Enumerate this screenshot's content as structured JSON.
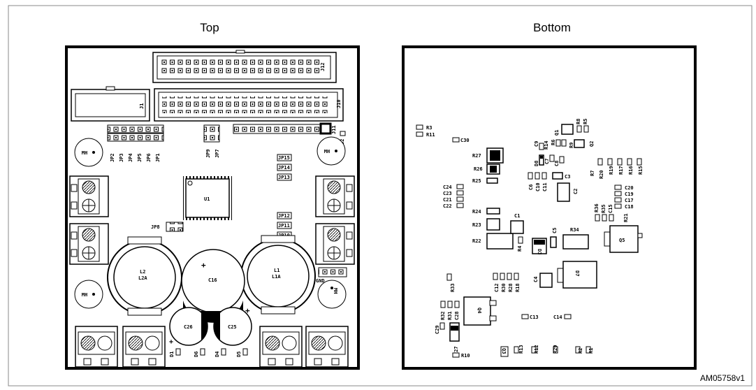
{
  "titles": {
    "top": "Top",
    "bottom": "Bottom"
  },
  "figure_ref": "AM05758v1",
  "top": {
    "connectors": {
      "j12": "J12",
      "j10": "J10",
      "j1": "J1",
      "j11": "J11"
    },
    "jumpers": {
      "jp2": "JP2",
      "jp3": "JP3",
      "jp4": "JP4",
      "jp5": "JP5",
      "jp6": "JP6",
      "jp1": "JP1",
      "jp9": "JP9",
      "jp7": "JP7",
      "jp15": "JP15",
      "jp14": "JP14",
      "jp13": "JP13",
      "jp12": "JP12",
      "jp11": "JP11",
      "jp10": "JP10",
      "jp8": "JP8"
    },
    "mounting_holes": {
      "mh1": "MH",
      "mh2": "MH",
      "mh3": "MH",
      "mh4": "MH"
    },
    "ic": "U1",
    "inductors": {
      "l2": "L2",
      "l2a": "L2A",
      "l1": "L1",
      "l1a": "L1A"
    },
    "capacitors": {
      "c16": "C16",
      "c26": "C26",
      "c25": "C25"
    },
    "diodes": {
      "d1": "D1",
      "d6": "D6",
      "d4": "D4",
      "d5": "D5",
      "d2": "D2"
    },
    "gnd": "GND",
    "plus": "+"
  },
  "bottom": {
    "r3": "R3",
    "r11": "R11",
    "c30": "C30",
    "r27": "R27",
    "r26": "R26",
    "r25": "R25",
    "c24": "C24",
    "c23": "C23",
    "c21": "C21",
    "c22": "C22",
    "r24": "R24",
    "r23": "R23",
    "r22": "R22",
    "c1": "C1",
    "r4": "R4",
    "d3": "D3",
    "c5": "C5",
    "r34": "R34",
    "q5": "Q5",
    "c9": "C9",
    "r14": "R14",
    "r6": "R6",
    "q1": "Q1",
    "r8": "R8",
    "r5": "R5",
    "r9": "R9",
    "q2": "Q2",
    "d8": "D8",
    "c7": "C7",
    "c8": "C8",
    "c3": "C3",
    "c6": "C6",
    "c10": "C10",
    "c11": "C11",
    "c2": "C2",
    "r7": "R7",
    "r20": "R20",
    "r19": "R19",
    "r17": "R17",
    "r16": "R16",
    "r15": "R15",
    "c20": "C20",
    "c19": "C19",
    "c17": "C17",
    "c18": "C18",
    "r36": "R36",
    "r35": "R35",
    "c15": "C15",
    "r21": "R21",
    "c12": "C12",
    "r30": "R30",
    "r28": "R28",
    "r18": "R18",
    "c4": "C4",
    "d7": "D7",
    "r33": "R33",
    "r32": "R32",
    "r31": "R31",
    "c28": "C28",
    "q4": "Q4",
    "c13": "C13",
    "c14": "C14",
    "c29": "C29",
    "c27": "C27",
    "r10": "R10",
    "q3": "Q3",
    "r13": "R13",
    "r12": "R12",
    "r29": "R29",
    "r2": "R2",
    "r1": "R1"
  }
}
